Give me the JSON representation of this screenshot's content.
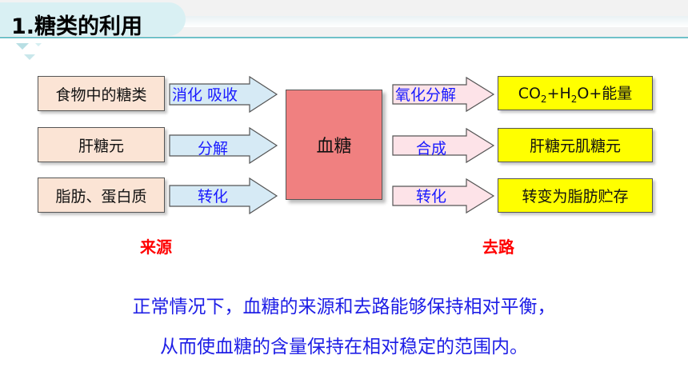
{
  "header": {
    "title": "1.糖类的利用"
  },
  "sources": [
    {
      "label": "食物中的糖类",
      "action": "消化 吸收"
    },
    {
      "label": "肝糖元",
      "action": "分解"
    },
    {
      "label": "脂肪、蛋白质",
      "action": "转化"
    }
  ],
  "center": {
    "label": "血糖"
  },
  "destinations": [
    {
      "action": "氧化分解",
      "label_base": "CO",
      "label_sub1": "2",
      "label_mid": "+H",
      "label_sub2": "2",
      "label_end": "O+能量"
    },
    {
      "action": "合成",
      "label": "肝糖元肌糖元"
    },
    {
      "action": "转化",
      "label": "转变为脂肪贮存"
    }
  ],
  "captions": {
    "left": "来源",
    "right": "去路"
  },
  "note": {
    "line1": "正常情况下，血糖的来源和去路能够保持相对平衡，",
    "line2": "从而使血糖的含量保持在相对稳定的范围内。"
  },
  "colors": {
    "source_box": "#fbe4d5",
    "destination_box": "#ffff00",
    "center_box": "#f08080",
    "arrow_left": "#d6eaf5",
    "arrow_right": "#fde3e8",
    "action_text": "#1a1aff",
    "caption_text": "#ff0000",
    "note_text": "#1e1ee6"
  }
}
